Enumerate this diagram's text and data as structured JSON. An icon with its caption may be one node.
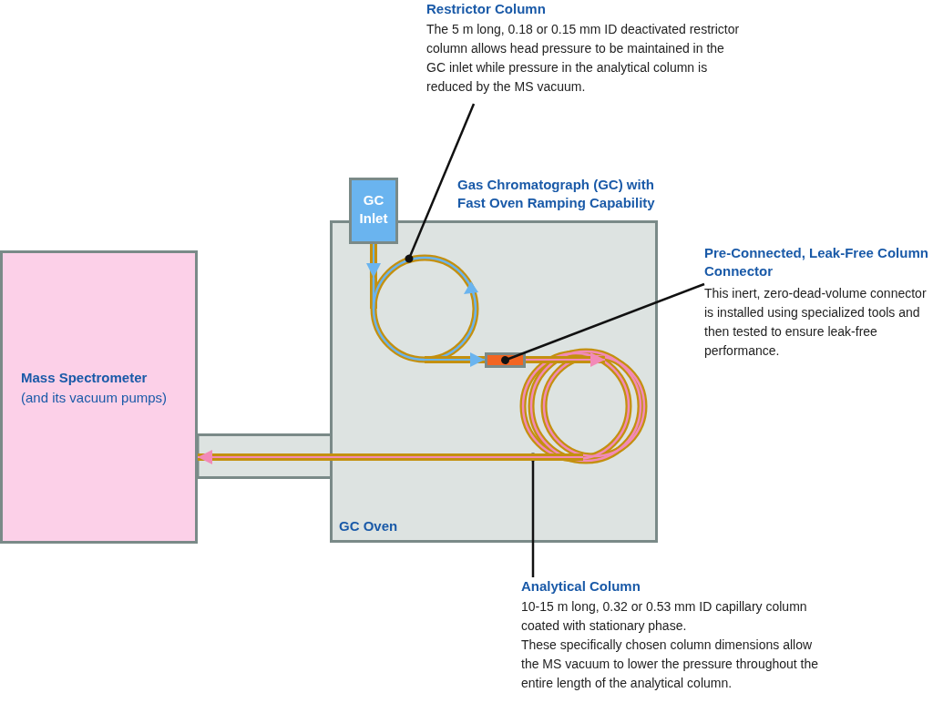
{
  "diagram": {
    "nodes": [
      {
        "text": [
          "Mass Spectrometer",
          "(and its vacuum pumps)"
        ]
      },
      {
        "text": [
          "Gas Chromatograph (GC) with Fast Oven Ramping Capability",
          "GC Oven"
        ]
      },
      {
        "text": [
          "GC Inlet"
        ]
      },
      {
        "text": [
          "Restrictor Column",
          "The 5 m long, 0.18 or 0.15 mm ID deactivated restrictor column allows head pressure to be maintained in the GC inlet while pressure in the analytical column is reduced by the MS vacuum."
        ]
      },
      {
        "text": [],
        "shape": "coil",
        "in": 1
      },
      {
        "text": [
          "Pre-Connected, Leak-Free Column Connector",
          "This inert, zero-dead-volume connector is installed using specialized tools and then tested to ensure leak-free performance."
        ]
      },
      {
        "text": [],
        "shape": "box",
        "in": 1
      },
      {
        "text": [
          "Analytical Column",
          "10-15 m long, 0.32 or 0.53 mm ID capillary column coated with  stationary phase.",
          "These specifically chosen column dimensions allow the MS vacuum to lower the pressure throughout the entire length of the analytical column."
        ]
      },
      {
        "text": [],
        "shape": "coil",
        "in": 1
      }
    ],
    "edges": [
      {
        "from": 3,
        "to": 4,
        "arrow": "other",
        "color": "#111111"
      },
      {
        "from": 5,
        "to": 6,
        "arrow": "other",
        "color": "#111111"
      },
      {
        "from": 7,
        "to": 8,
        "arrow": "other",
        "color": "#111111"
      },
      {
        "from": 2,
        "to": 4,
        "arrow": "to"
      },
      {
        "from": 4,
        "to": 6,
        "arrow": "to"
      },
      {
        "from": 6,
        "to": 8,
        "arrow": "to"
      },
      {
        "from": 8,
        "to": 0,
        "arrow": "to"
      }
    ]
  }
}
